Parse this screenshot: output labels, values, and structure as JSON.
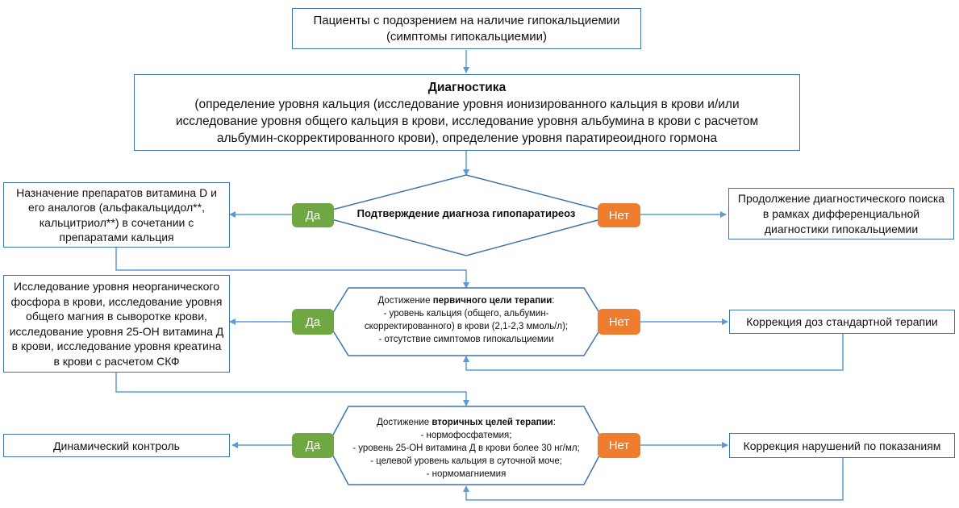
{
  "colors": {
    "border": "#3d74ae",
    "arrow": "#5b9bd5",
    "yes": "#6fa843",
    "no": "#ee7d30"
  },
  "top": {
    "line1": "Пациенты с подозрением на наличие гипокальциемии",
    "line2": "(симптомы гипокальциемии)"
  },
  "diag": {
    "title": "Диагностика",
    "line1": "(определение уровня кальция (исследование уровня ионизированного кальция в крови и/или",
    "line2": "исследование уровня общего кальция в крови, исследование уровня альбумина в крови с расчетом",
    "line3": "альбумин-скорректированного крови), определение уровня паратиреоидного гормона"
  },
  "decision1": {
    "text": "Подтверждение диагноза гипопаратиреоз"
  },
  "yes_label": "Да",
  "no_label": "Нет",
  "left1": {
    "lines": [
      "Назначение препаратов витамина D и",
      "его аналогов (альфакальцидол**,",
      "кальцитриол**) в сочетании с",
      "препаратами кальция"
    ]
  },
  "right1": {
    "lines": [
      "Продолжение диагностического поиска",
      "в рамках дифференциальной",
      "диагностики гипокальциемии"
    ]
  },
  "decision2": {
    "prefix": "Достижение ",
    "bold": "первичного цели терапии",
    "suffix": ":",
    "lines": [
      "-    уровень кальция (общего, альбумин-",
      "скорректированного) в крови (2,1-2,3 ммоль/л);",
      "-    отсутствие симптомов гипокальциемии"
    ]
  },
  "left2": {
    "lines": [
      "Исследование уровня неорганического",
      "фосфора в крови, исследование уровня",
      "общего магния в сыворотке крови,",
      "исследование уровня 25-ОН витамина Д",
      "в крови, исследование уровня креатина",
      "в крови с расчетом СКФ"
    ]
  },
  "right2": {
    "text": "Коррекция доз стандартной терапии"
  },
  "decision3": {
    "prefix": "Достижение ",
    "bold": "вторичных целей терапии",
    "suffix": ":",
    "lines": [
      "-    нормофосфатемия;",
      "-    уровень 25-ОН витамина Д в крови более 30 нг/мл;",
      "-    целевой уровень кальция в суточной моче;",
      "-    нормомагниемия"
    ]
  },
  "left3": {
    "text": "Динамический контроль"
  },
  "right3": {
    "text": "Коррекция нарушений по показаниям"
  }
}
